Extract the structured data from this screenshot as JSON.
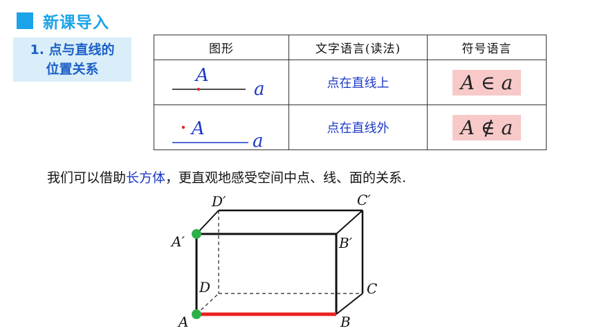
{
  "header": {
    "title": "新课导入"
  },
  "section": {
    "line1": "1. 点与直线的",
    "line2": "位置关系"
  },
  "table": {
    "headers": [
      "图形",
      "文字语言(读法)",
      "符号语言"
    ],
    "rows": [
      {
        "point": "A",
        "line": "a",
        "desc": "点在直线上",
        "symbol": "A ∈ a"
      },
      {
        "point": "A",
        "line": "a",
        "desc": "点在直线外",
        "symbol": "A ∉ a"
      }
    ]
  },
  "sentence": {
    "before": "我们可以借助",
    "highlight": "长方体",
    "after": "，更直观地感受空间中点、线、面的关系."
  },
  "cuboid": {
    "labels": {
      "A": "A",
      "B": "B",
      "C": "C",
      "D": "D",
      "A1": "A′",
      "B1": "B′",
      "C1": "C′",
      "D1": "D′"
    }
  },
  "colors": {
    "accent": "#1aa3e8",
    "blue_text": "#1c39c7",
    "red": "#e8221f",
    "green": "#2db04a",
    "pink": "#f7c9c9"
  }
}
